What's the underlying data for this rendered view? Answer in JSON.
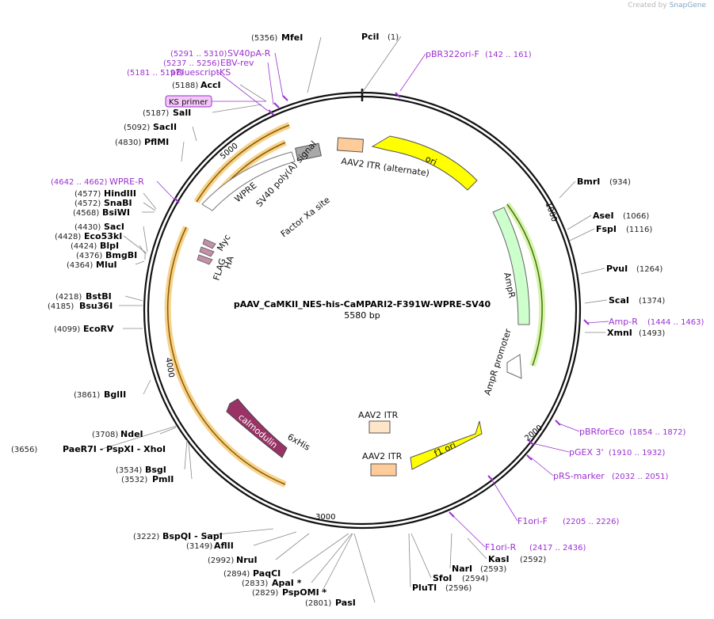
{
  "watermark": {
    "prefix": "Created by",
    "brand": "SnapGene"
  },
  "plasmid": {
    "name": "pAAV_CaMKII_NES-his-CaMPARI2-F391W-WPRE-SV40",
    "length": "5580 bp"
  },
  "ticks": [
    "1000",
    "2000",
    "3000",
    "4000",
    "5000"
  ],
  "sites": [
    {
      "name": "PciI",
      "pos": "(1)"
    },
    {
      "name": "BmrI",
      "pos": "(934)"
    },
    {
      "name": "AseI",
      "pos": "(1066)"
    },
    {
      "name": "FspI",
      "pos": "(1116)"
    },
    {
      "name": "PvuI",
      "pos": "(1264)"
    },
    {
      "name": "ScaI",
      "pos": "(1374)"
    },
    {
      "name": "XmnI",
      "pos": "(1493)"
    },
    {
      "name": "KasI",
      "pos": "(2592)"
    },
    {
      "name": "NarI",
      "pos": "(2593)"
    },
    {
      "name": "SfoI",
      "pos": "(2594)"
    },
    {
      "name": "PluTI",
      "pos": "(2596)"
    },
    {
      "name": "PasI",
      "pos": "(2801)"
    },
    {
      "name": "PspOMI *",
      "pos": "(2829)"
    },
    {
      "name": "ApaI *",
      "pos": "(2833)"
    },
    {
      "name": "PaqCI",
      "pos": "(2894)"
    },
    {
      "name": "NruI",
      "pos": "(2992)"
    },
    {
      "name": "AflII",
      "pos": "(3149)"
    },
    {
      "name": "BspQI - SapI",
      "pos": "(3222)"
    },
    {
      "name": "PmlI",
      "pos": "(3532)"
    },
    {
      "name": "BsgI",
      "pos": "(3534)"
    },
    {
      "name": "PaeR7I - PspXI - XhoI",
      "pos": "(3656)"
    },
    {
      "name": "NdeI",
      "pos": "(3708)"
    },
    {
      "name": "BglII",
      "pos": "(3861)"
    },
    {
      "name": "EcoRV",
      "pos": "(4099)"
    },
    {
      "name": "Bsu36I",
      "pos": "(4185)"
    },
    {
      "name": "BstBI",
      "pos": "(4218)"
    },
    {
      "name": "MluI",
      "pos": "(4364)"
    },
    {
      "name": "BmgBI",
      "pos": "(4376)"
    },
    {
      "name": "BlpI",
      "pos": "(4424)"
    },
    {
      "name": "Eco53kI",
      "pos": "(4428)"
    },
    {
      "name": "SacI",
      "pos": "(4430)"
    },
    {
      "name": "BsiWI",
      "pos": "(4568)"
    },
    {
      "name": "SnaBI",
      "pos": "(4572)"
    },
    {
      "name": "HindIII",
      "pos": "(4577)"
    },
    {
      "name": "PflMI",
      "pos": "(4830)"
    },
    {
      "name": "SacII",
      "pos": "(5092)"
    },
    {
      "name": "SalI",
      "pos": "(5187)"
    },
    {
      "name": "AccI",
      "pos": "(5188)"
    },
    {
      "name": "MfeI",
      "pos": "(5356)"
    }
  ],
  "primers": [
    {
      "name": "pBR322ori-F",
      "pos": "(142 .. 161)"
    },
    {
      "name": "Amp-R",
      "pos": "(1444 .. 1463)"
    },
    {
      "name": "pBRforEco",
      "pos": "(1854 .. 1872)"
    },
    {
      "name": "pGEX 3'",
      "pos": "(1910 .. 1932)"
    },
    {
      "name": "pRS-marker",
      "pos": "(2032 .. 2051)"
    },
    {
      "name": "F1ori-F",
      "pos": "(2205 .. 2226)"
    },
    {
      "name": "F1ori-R",
      "pos": "(2417 .. 2436)"
    },
    {
      "name": "WPRE-R",
      "pos": "(4642 .. 4662)"
    },
    {
      "name": "pBluescriptKS",
      "pos": "(5181 .. 5197)"
    },
    {
      "name": "EBV-rev",
      "pos": "(5237 .. 5256)"
    },
    {
      "name": "SV40pA-R",
      "pos": "(5291 .. 5310)"
    },
    {
      "name": "KS primer",
      "pos": ""
    }
  ],
  "features": [
    {
      "name": "ori"
    },
    {
      "name": "AAV2 ITR (alternate)"
    },
    {
      "name": "AmpR"
    },
    {
      "name": "AmpR promoter"
    },
    {
      "name": "f1 ori"
    },
    {
      "name": "AAV2 ITR"
    },
    {
      "name": "AAV2 ITR"
    },
    {
      "name": "calmodulin"
    },
    {
      "name": "6xHis"
    },
    {
      "name": "WPRE"
    },
    {
      "name": "SV40 poly(A) signal"
    },
    {
      "name": "Factor Xa site"
    },
    {
      "name": "Myc"
    },
    {
      "name": "HA"
    },
    {
      "name": "FLAG"
    }
  ],
  "colors": {
    "primer": "#9b30d0",
    "ori": "#ffff00",
    "ampr": "#ccffcc",
    "calmodulin": "#993366",
    "itr": "#ffcc99",
    "orf": "#ffe5b4"
  }
}
